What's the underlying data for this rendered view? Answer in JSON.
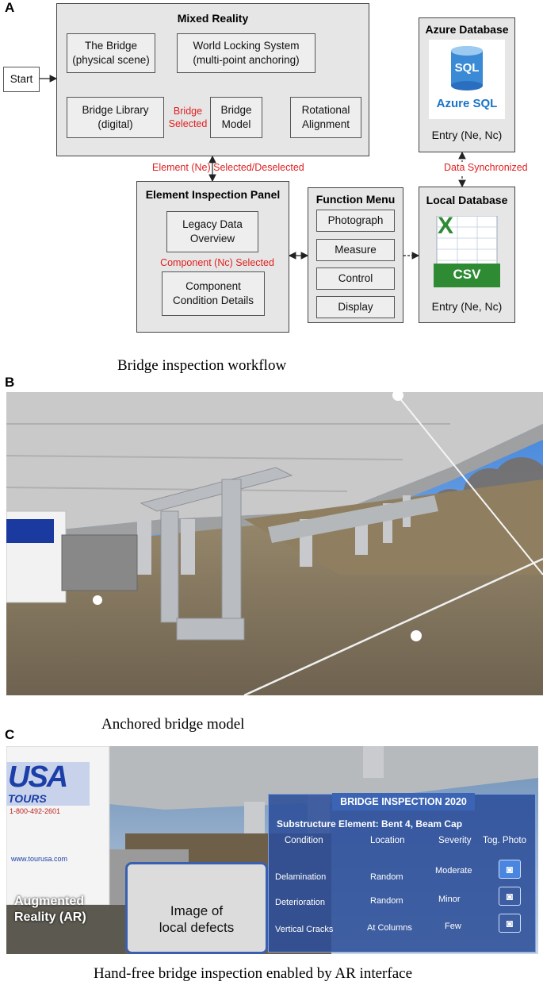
{
  "panels": {
    "a": {
      "letter": "A",
      "caption": "Bridge inspection workflow"
    },
    "b": {
      "letter": "B",
      "caption": "Anchored bridge model"
    },
    "c": {
      "letter": "C",
      "caption": "Hand-free bridge inspection enabled by AR interface"
    }
  },
  "diagram": {
    "start": "Start",
    "mixed_reality": {
      "title": "Mixed Reality",
      "the_bridge": "The Bridge\n(physical scene)",
      "world_locking": "World Locking System\n(multi-point anchoring)",
      "bridge_library": "Bridge Library\n(digital)",
      "bridge_model": "Bridge\nModel",
      "rotational": "Rotational\nAlignment",
      "bridge_selected": "Bridge\nSelected"
    },
    "element_selected": "Element (Ne) Selected/Deselected",
    "element_panel": {
      "title": "Element Inspection Panel",
      "legacy": "Legacy Data\nOverview",
      "component_selected": "Component (Nc) Selected",
      "component_details": "Component\nCondition Details"
    },
    "function_menu": {
      "title": "Function Menu",
      "items": [
        "Photograph",
        "Measure",
        "Control",
        "Display"
      ]
    },
    "azure": {
      "title": "Azure Database",
      "logo_top": "SQL",
      "logo_bottom": "Azure SQL",
      "entry": "Entry (Ne, Nc)"
    },
    "data_synchronized": "Data Synchronized",
    "local": {
      "title": "Local Database",
      "logo_letter": "X",
      "logo_label": "CSV",
      "entry": "Entry (Ne, Nc)"
    }
  },
  "ar_panel": {
    "title": "BRIDGE INSPECTION 2020",
    "subtitle": "Substructure Element: Bent 4, Beam Cap",
    "headers": [
      "Condition",
      "Location",
      "Severity",
      "Tog. Photo"
    ],
    "rows": [
      [
        "Delamination",
        "Random",
        "Moderate"
      ],
      [
        "Deterioration",
        "Random",
        "Minor"
      ],
      [
        "Vertical Cracks",
        "At Columns",
        "Few"
      ]
    ],
    "ar_label": "Augmented\nReality (AR)",
    "defect_label": "Image of\nlocal defects",
    "bus_brand": "USA",
    "bus_sub": "TOURS",
    "bus_phone": "1-800-492-2601",
    "bus_web": "www.tourusa.com"
  },
  "colors": {
    "accent_red": "#e02020",
    "box_fill": "#e6e6e6",
    "holo_blue": "#2c4f9a"
  }
}
